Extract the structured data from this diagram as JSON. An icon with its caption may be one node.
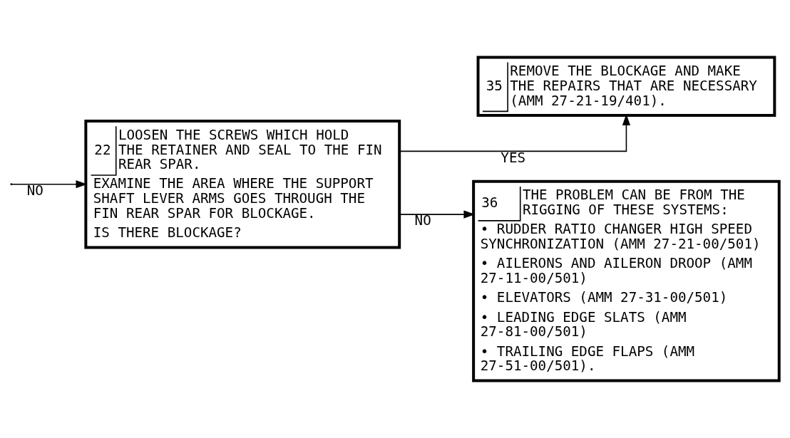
{
  "diagram": {
    "nodes": [
      {
        "text": [
          "22",
          "LOOSEN THE SCREWS WHICH HOLD THE RETAINER AND SEAL TO THE FIN REAR SPAR.",
          "EXAMINE THE AREA WHERE THE SUPPORT SHAFT LEVER ARMS GOES THROUGH THE FIN REAR SPAR FOR BLOCKAGE.",
          "IS THERE BLOCKAGE?"
        ]
      },
      {
        "text": [
          "35",
          "REMOVE THE BLOCKAGE AND MAKE THE REPAIRS THAT ARE NECESSARY (AMM 27-21-19/401)."
        ]
      },
      {
        "text": [
          "36",
          "THE PROBLEM CAN BE FROM THE RIGGING OF THESE SYSTEMS:",
          "• RUDDER RATIO CHANGER HIGH SPEED SYNCHRONIZATION (AMM 27-21-00/501)",
          "• AILERONS AND AILERON DROOP (AMM 27-11-00/501)",
          "• ELEVATORS (AMM 27-31-00/501)",
          "• LEADING EDGE SLATS (AMM 27-81-00/501)",
          "• TRAILING EDGE FLAPS (AMM 27-51-00/501)."
        ]
      }
    ],
    "edges": [
      {
        "from": null,
        "to": 0,
        "arrow": "to",
        "label": "NO"
      },
      {
        "from": 0,
        "to": 1,
        "arrow": "to",
        "label": "YES"
      },
      {
        "from": 0,
        "to": 2,
        "arrow": "to",
        "label": "NO"
      }
    ]
  }
}
